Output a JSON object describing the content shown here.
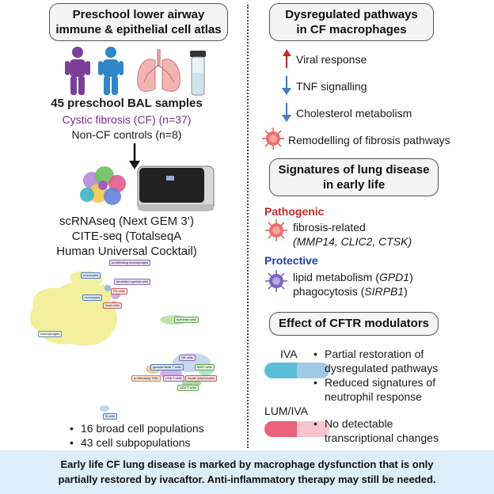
{
  "left": {
    "title_line1": "Preschool lower airway",
    "title_line2": "immune & epithelial cell atlas",
    "samples": "45 preschool BAL samples",
    "cf": "Cystic fibrosis (CF) (n=37)",
    "noncf": "Non-CF controls (n=8)",
    "seq1": "scRNAseq (Next GEM 3’)",
    "seq2": "CITE-seq (TotalseqA",
    "seq3": "Human Universal Cocktail)",
    "bullets": [
      "16 broad cell populations",
      "43 cell subpopulations"
    ],
    "umap_labels": {
      "prolif_macro": "proliferating macrophages",
      "monocytes": "monocytes",
      "dc": "dendritic/ myeloid cells",
      "pc": "PC cells",
      "monocytes2": "monocytes",
      "mast": "mast cells",
      "macrophages": "macrophages",
      "epithelial": "epithelial cells",
      "nk": "NK cells",
      "gdt": "gamma delta T cells",
      "mait": "MAIT cells",
      "prolif_tam": "proliferating T/NK",
      "cd8": "CD8 T cells",
      "innate": "innate lymphocytes",
      "cd4": "CD4 T cells",
      "bcells": "B cells"
    }
  },
  "right": {
    "pathways_title1": "Dysregulated pathways",
    "pathways_title2": "in CF macrophages",
    "viral": "Viral response",
    "tnf": "TNF signalling",
    "chol": "Cholesterol metabolism",
    "fibrosis": "Remodelling of fibrosis pathways",
    "sig_title1": "Signatures of lung disease",
    "sig_title2": "in early life",
    "pathogenic": "Pathogenic",
    "fib_related": "fibrosis-related",
    "fib_genes": "(MMP14, CLIC2, CTSK)",
    "protective": "Protective",
    "lipid": "lipid metabolism (",
    "lipid_gene": "GPD1",
    "phago": "phagocytosis (",
    "phago_gene": "SIRPB1",
    "close_paren": ")",
    "cftr_title": "Effect of CFTR modulators",
    "iva": "IVA",
    "iva_b1a": "Partial restoration of",
    "iva_b1b": "dysregulated pathways",
    "iva_b2a": "Reduced signatures of",
    "iva_b2b": "neutrophil response",
    "lumiva": "LUM/IVA",
    "lum_b1a": "No detectable",
    "lum_b1b": "transcriptional changes"
  },
  "footer": {
    "line1": "Early life CF lung disease is marked by macrophage dysfunction that is only",
    "line2": "partially restored by ivacaftor. Anti-inflammatory therapy may still be needed."
  },
  "colors": {
    "up_arrow": "#c62828",
    "down_arrow": "#3b7fc4",
    "pathogenic": "#c62828",
    "protective": "#1f3fa8",
    "footer_bg": "#dbeef9",
    "umap_yellow": "#f3ef9c",
    "iva_pill_left": "#5bbfd9",
    "iva_pill_right": "#9fc9e4",
    "lum_pill_left": "#e9627a",
    "lum_pill_right": "#f5c6cf"
  },
  "icons": [
    "child-purple-icon",
    "child-blue-icon",
    "lungs-icon",
    "vial-icon",
    "cell-cluster-icon",
    "sequencer-icon",
    "virus-red-icon",
    "virus-purple-icon"
  ]
}
